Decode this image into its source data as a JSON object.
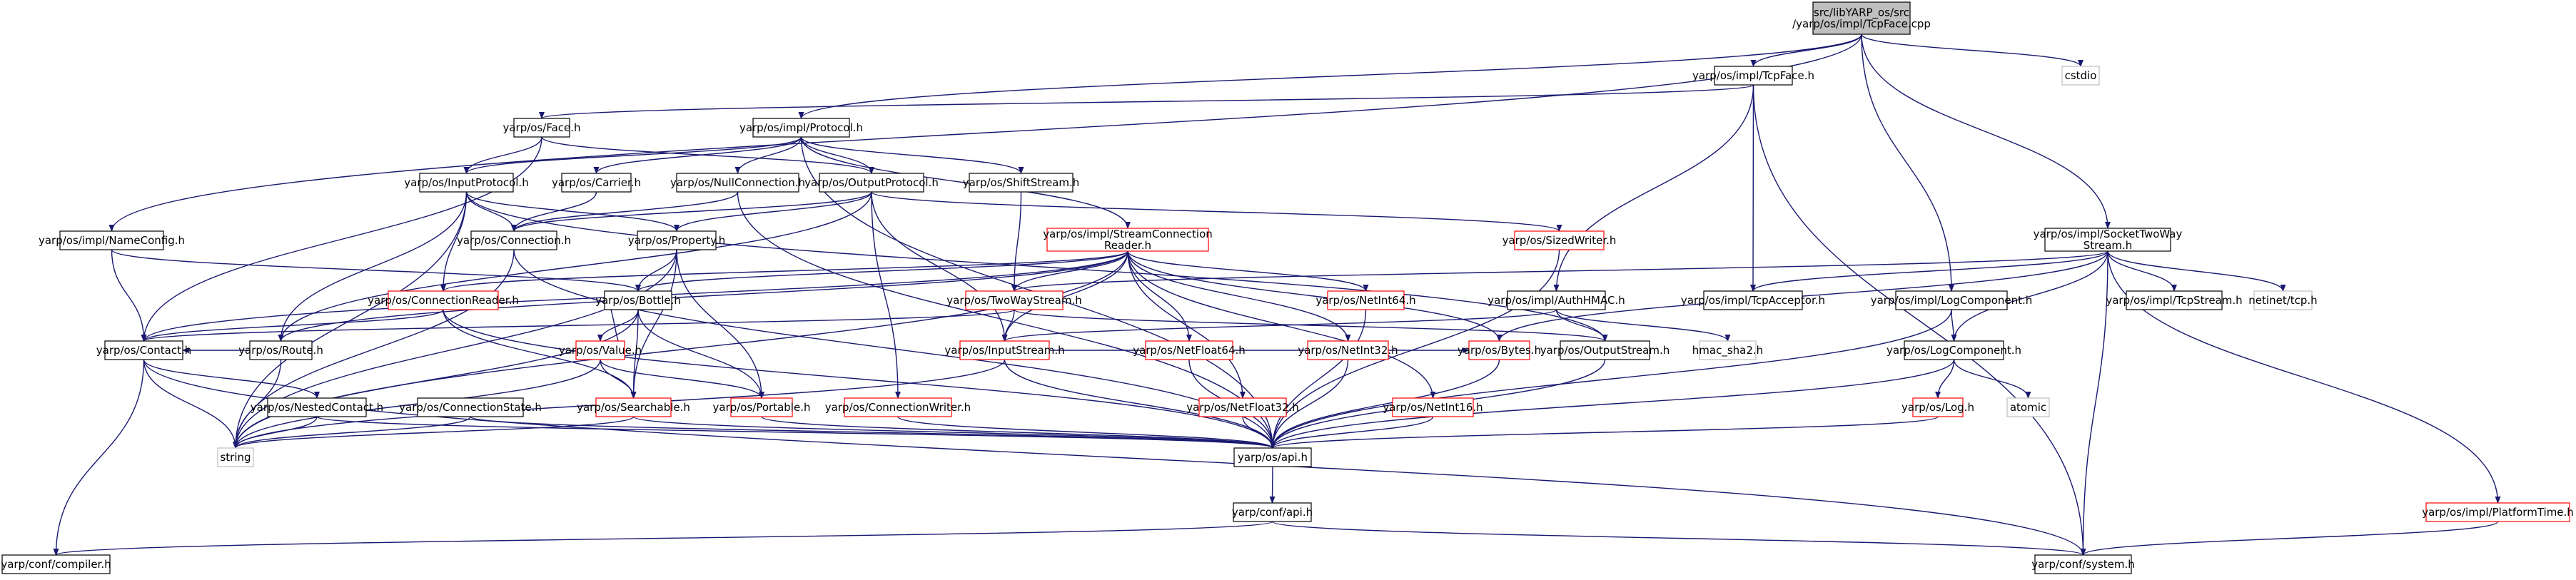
{
  "colors": {
    "edge": "#191970",
    "node_border_normal": "#000000",
    "node_border_truncated": "#ff0000",
    "node_border_external": "#bfbfbf",
    "root_fill": "#bfbfbf",
    "node_fill": "#ffffff"
  },
  "nodes": [
    {
      "id": "root",
      "label": "src/libYARP_os/src\n/yarp/os/impl/TcpFace.cpp",
      "kind": "root"
    },
    {
      "id": "tcpface_h",
      "label": "yarp/os/impl/TcpFace.h",
      "kind": "normal"
    },
    {
      "id": "cstdio",
      "label": "cstdio",
      "kind": "external"
    },
    {
      "id": "face_h",
      "label": "yarp/os/Face.h",
      "kind": "normal"
    },
    {
      "id": "protocol_h",
      "label": "yarp/os/impl/Protocol.h",
      "kind": "normal"
    },
    {
      "id": "inputprotocol_h",
      "label": "yarp/os/InputProtocol.h",
      "kind": "normal"
    },
    {
      "id": "carrier_h",
      "label": "yarp/os/Carrier.h",
      "kind": "normal"
    },
    {
      "id": "nullconnection_h",
      "label": "yarp/os/NullConnection.h",
      "kind": "normal"
    },
    {
      "id": "outputprotocol_h",
      "label": "yarp/os/OutputProtocol.h",
      "kind": "normal"
    },
    {
      "id": "shiftstream_h",
      "label": "yarp/os/ShiftStream.h",
      "kind": "normal"
    },
    {
      "id": "nameconfig_h",
      "label": "yarp/os/impl/NameConfig.h",
      "kind": "normal"
    },
    {
      "id": "connection_h",
      "label": "yarp/os/Connection.h",
      "kind": "normal"
    },
    {
      "id": "property_h",
      "label": "yarp/os/Property.h",
      "kind": "normal"
    },
    {
      "id": "streamconnreader_h",
      "label": "yarp/os/impl/StreamConnection\nReader.h",
      "kind": "truncated"
    },
    {
      "id": "sizedwriter_h",
      "label": "yarp/os/SizedWriter.h",
      "kind": "truncated"
    },
    {
      "id": "sockettwoway_h",
      "label": "yarp/os/impl/SocketTwoWay\nStream.h",
      "kind": "normal"
    },
    {
      "id": "connectionreader_h",
      "label": "yarp/os/ConnectionReader.h",
      "kind": "truncated"
    },
    {
      "id": "bottle_h",
      "label": "yarp/os/Bottle.h",
      "kind": "normal"
    },
    {
      "id": "twowaystream_h",
      "label": "yarp/os/TwoWayStream.h",
      "kind": "truncated"
    },
    {
      "id": "netint64_h",
      "label": "yarp/os/NetInt64.h",
      "kind": "truncated"
    },
    {
      "id": "authhmac_h",
      "label": "yarp/os/impl/AuthHMAC.h",
      "kind": "normal"
    },
    {
      "id": "tcpacceptor_h",
      "label": "yarp/os/impl/TcpAcceptor.h",
      "kind": "normal"
    },
    {
      "id": "implogcomponent_h",
      "label": "yarp/os/impl/LogComponent.h",
      "kind": "normal"
    },
    {
      "id": "tcpstream_h",
      "label": "yarp/os/impl/TcpStream.h",
      "kind": "normal"
    },
    {
      "id": "netinet_tcp_h",
      "label": "netinet/tcp.h",
      "kind": "external"
    },
    {
      "id": "contact_h",
      "label": "yarp/os/Contact.h",
      "kind": "normal"
    },
    {
      "id": "route_h",
      "label": "yarp/os/Route.h",
      "kind": "normal"
    },
    {
      "id": "value_h",
      "label": "yarp/os/Value.h",
      "kind": "truncated"
    },
    {
      "id": "inputstream_h",
      "label": "yarp/os/InputStream.h",
      "kind": "truncated"
    },
    {
      "id": "netfloat64_h",
      "label": "yarp/os/NetFloat64.h",
      "kind": "truncated"
    },
    {
      "id": "netint32_h",
      "label": "yarp/os/NetInt32.h",
      "kind": "truncated"
    },
    {
      "id": "bytes_h",
      "label": "yarp/os/Bytes.h",
      "kind": "truncated"
    },
    {
      "id": "outputstream_h",
      "label": "yarp/os/OutputStream.h",
      "kind": "normal"
    },
    {
      "id": "hmac_sha2_h",
      "label": "hmac_sha2.h",
      "kind": "external"
    },
    {
      "id": "logcomponent_h",
      "label": "yarp/os/LogComponent.h",
      "kind": "normal"
    },
    {
      "id": "nestedcontact_h",
      "label": "yarp/os/NestedContact.h",
      "kind": "normal"
    },
    {
      "id": "connectionstate_h",
      "label": "yarp/os/ConnectionState.h",
      "kind": "normal"
    },
    {
      "id": "searchable_h",
      "label": "yarp/os/Searchable.h",
      "kind": "truncated"
    },
    {
      "id": "portable_h",
      "label": "yarp/os/Portable.h",
      "kind": "truncated"
    },
    {
      "id": "connectionwriter_h",
      "label": "yarp/os/ConnectionWriter.h",
      "kind": "truncated"
    },
    {
      "id": "netfloat32_h",
      "label": "yarp/os/NetFloat32.h",
      "kind": "truncated"
    },
    {
      "id": "netint16_h",
      "label": "yarp/os/NetInt16.h",
      "kind": "truncated"
    },
    {
      "id": "log_h",
      "label": "yarp/os/Log.h",
      "kind": "truncated"
    },
    {
      "id": "atomic",
      "label": "atomic",
      "kind": "external"
    },
    {
      "id": "string",
      "label": "string",
      "kind": "external"
    },
    {
      "id": "api_h",
      "label": "yarp/os/api.h",
      "kind": "normal"
    },
    {
      "id": "conf_api_h",
      "label": "yarp/conf/api.h",
      "kind": "normal"
    },
    {
      "id": "platformtime_h",
      "label": "yarp/os/impl/PlatformTime.h",
      "kind": "truncated"
    },
    {
      "id": "compiler_h",
      "label": "yarp/conf/compiler.h",
      "kind": "normal"
    },
    {
      "id": "system_h",
      "label": "yarp/conf/system.h",
      "kind": "normal"
    }
  ],
  "edges": [
    [
      "root",
      "tcpface_h"
    ],
    [
      "root",
      "cstdio"
    ],
    [
      "root",
      "protocol_h"
    ],
    [
      "root",
      "nameconfig_h"
    ],
    [
      "root",
      "sockettwoway_h"
    ],
    [
      "root",
      "implogcomponent_h"
    ],
    [
      "tcpface_h",
      "face_h"
    ],
    [
      "tcpface_h",
      "tcpacceptor_h"
    ],
    [
      "tcpface_h",
      "authhmac_h"
    ],
    [
      "tcpface_h",
      "system_h"
    ],
    [
      "face_h",
      "inputprotocol_h"
    ],
    [
      "face_h",
      "outputprotocol_h"
    ],
    [
      "face_h",
      "contact_h"
    ],
    [
      "protocol_h",
      "inputprotocol_h"
    ],
    [
      "protocol_h",
      "carrier_h"
    ],
    [
      "protocol_h",
      "nullconnection_h"
    ],
    [
      "protocol_h",
      "outputprotocol_h"
    ],
    [
      "protocol_h",
      "shiftstream_h"
    ],
    [
      "protocol_h",
      "streamconnreader_h"
    ],
    [
      "protocol_h",
      "api_h"
    ],
    [
      "inputprotocol_h",
      "connection_h"
    ],
    [
      "inputprotocol_h",
      "property_h"
    ],
    [
      "inputprotocol_h",
      "connectionreader_h"
    ],
    [
      "inputprotocol_h",
      "route_h"
    ],
    [
      "inputprotocol_h",
      "outputstream_h"
    ],
    [
      "inputprotocol_h",
      "string"
    ],
    [
      "carrier_h",
      "connection_h"
    ],
    [
      "nullconnection_h",
      "connection_h"
    ],
    [
      "nullconnection_h",
      "api_h"
    ],
    [
      "outputprotocol_h",
      "connection_h"
    ],
    [
      "outputprotocol_h",
      "sizedwriter_h"
    ],
    [
      "outputprotocol_h",
      "route_h"
    ],
    [
      "outputprotocol_h",
      "inputstream_h"
    ],
    [
      "outputprotocol_h",
      "connectionwriter_h"
    ],
    [
      "outputprotocol_h",
      "property_h"
    ],
    [
      "shiftstream_h",
      "twowaystream_h"
    ],
    [
      "nameconfig_h",
      "contact_h"
    ],
    [
      "nameconfig_h",
      "bottle_h"
    ],
    [
      "connection_h",
      "string"
    ],
    [
      "connection_h",
      "api_h"
    ],
    [
      "property_h",
      "bottle_h"
    ],
    [
      "property_h",
      "searchable_h"
    ],
    [
      "property_h",
      "portable_h"
    ],
    [
      "property_h",
      "string"
    ],
    [
      "streamconnreader_h",
      "connectionreader_h"
    ],
    [
      "streamconnreader_h",
      "bottle_h"
    ],
    [
      "streamconnreader_h",
      "twowaystream_h"
    ],
    [
      "streamconnreader_h",
      "netint64_h"
    ],
    [
      "streamconnreader_h",
      "netfloat64_h"
    ],
    [
      "streamconnreader_h",
      "netint32_h"
    ],
    [
      "streamconnreader_h",
      "netfloat32_h"
    ],
    [
      "streamconnreader_h",
      "netint16_h"
    ],
    [
      "streamconnreader_h",
      "bytes_h"
    ],
    [
      "streamconnreader_h",
      "inputstream_h"
    ],
    [
      "streamconnreader_h",
      "contact_h"
    ],
    [
      "streamconnreader_h",
      "route_h"
    ],
    [
      "streamconnreader_h",
      "string"
    ],
    [
      "sizedwriter_h",
      "api_h"
    ],
    [
      "sockettwoway_h",
      "twowaystream_h"
    ],
    [
      "sockettwoway_h",
      "tcpacceptor_h"
    ],
    [
      "sockettwoway_h",
      "tcpstream_h"
    ],
    [
      "sockettwoway_h",
      "netinet_tcp_h"
    ],
    [
      "sockettwoway_h",
      "logcomponent_h"
    ],
    [
      "sockettwoway_h",
      "platformtime_h"
    ],
    [
      "sockettwoway_h",
      "bytes_h"
    ],
    [
      "sockettwoway_h",
      "system_h"
    ],
    [
      "connectionreader_h",
      "contact_h"
    ],
    [
      "connectionreader_h",
      "searchable_h"
    ],
    [
      "connectionreader_h",
      "api_h"
    ],
    [
      "bottle_h",
      "value_h"
    ],
    [
      "bottle_h",
      "searchable_h"
    ],
    [
      "bottle_h",
      "portable_h"
    ],
    [
      "bottle_h",
      "string"
    ],
    [
      "twowaystream_h",
      "inputstream_h"
    ],
    [
      "twowaystream_h",
      "outputstream_h"
    ],
    [
      "twowaystream_h",
      "contact_h"
    ],
    [
      "netint64_h",
      "api_h"
    ],
    [
      "authhmac_h",
      "inputstream_h"
    ],
    [
      "authhmac_h",
      "outputstream_h"
    ],
    [
      "authhmac_h",
      "hmac_sha2_h"
    ],
    [
      "implogcomponent_h",
      "logcomponent_h"
    ],
    [
      "implogcomponent_h",
      "api_h"
    ],
    [
      "contact_h",
      "nestedcontact_h"
    ],
    [
      "contact_h",
      "string"
    ],
    [
      "contact_h",
      "compiler_h"
    ],
    [
      "contact_h",
      "system_h"
    ],
    [
      "route_h",
      "contact_h"
    ],
    [
      "route_h",
      "string"
    ],
    [
      "value_h",
      "bottle_h"
    ],
    [
      "value_h",
      "searchable_h"
    ],
    [
      "value_h",
      "portable_h"
    ],
    [
      "value_h",
      "string"
    ],
    [
      "inputstream_h",
      "bytes_h"
    ],
    [
      "inputstream_h",
      "string"
    ],
    [
      "inputstream_h",
      "api_h"
    ],
    [
      "netfloat64_h",
      "api_h"
    ],
    [
      "netint32_h",
      "api_h"
    ],
    [
      "bytes_h",
      "api_h"
    ],
    [
      "outputstream_h",
      "api_h"
    ],
    [
      "logcomponent_h",
      "log_h"
    ],
    [
      "logcomponent_h",
      "atomic"
    ],
    [
      "logcomponent_h",
      "api_h"
    ],
    [
      "nestedcontact_h",
      "string"
    ],
    [
      "nestedcontact_h",
      "api_h"
    ],
    [
      "connectionstate_h",
      "string"
    ],
    [
      "connectionstate_h",
      "api_h"
    ],
    [
      "searchable_h",
      "string"
    ],
    [
      "searchable_h",
      "api_h"
    ],
    [
      "portable_h",
      "api_h"
    ],
    [
      "connectionwriter_h",
      "api_h"
    ],
    [
      "netfloat32_h",
      "api_h"
    ],
    [
      "netint16_h",
      "api_h"
    ],
    [
      "log_h",
      "api_h"
    ],
    [
      "api_h",
      "conf_api_h"
    ],
    [
      "conf_api_h",
      "compiler_h"
    ],
    [
      "conf_api_h",
      "system_h"
    ],
    [
      "platformtime_h",
      "system_h"
    ]
  ]
}
